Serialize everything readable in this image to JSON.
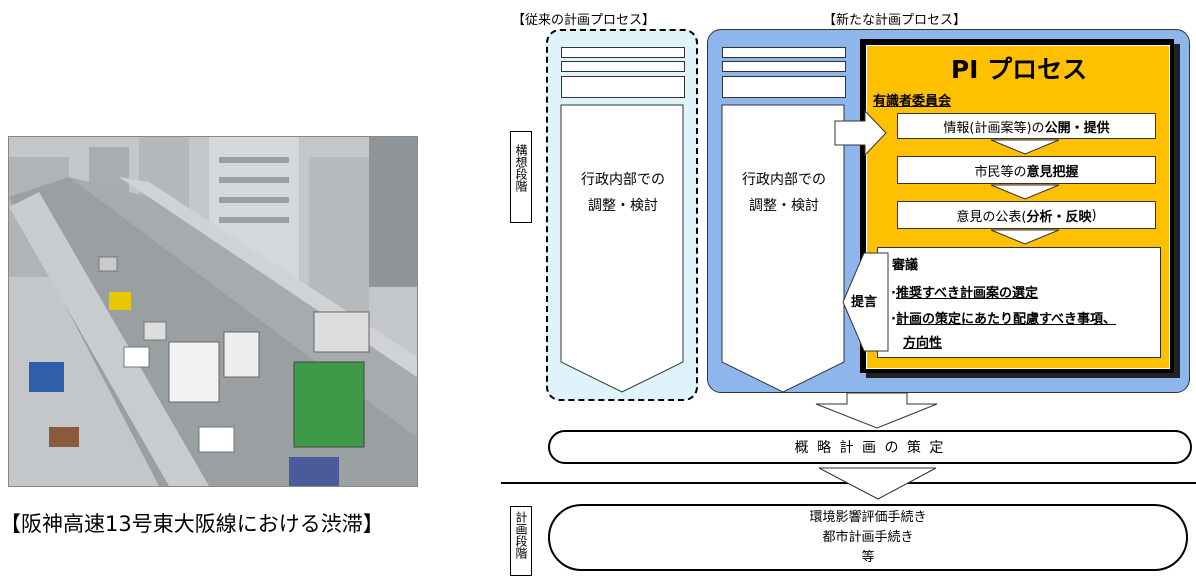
{
  "photo": {
    "caption": "【阪神高速13号東大阪線における渋滞】"
  },
  "headers": {
    "old_process": "【従来の計画プロセス】",
    "new_process": "【新たな計画プロセス】"
  },
  "stages": {
    "concept": "構想段階",
    "planning": "計画段階"
  },
  "old_column": {
    "arrow_text_line1": "行政内部での",
    "arrow_text_line2": "調整・検討"
  },
  "new_column": {
    "arrow_text_line1": "行政内部での",
    "arrow_text_line2": "調整・検討"
  },
  "pi": {
    "title": "PI プロセス",
    "committee": "有識者委員会",
    "step1_a": "情報(計画案等)の",
    "step1_b": "公開・提供",
    "step2_a": "市民等の",
    "step2_b": "意見把握",
    "step3_a": "意見の公表(",
    "step3_b": "分析・反映",
    "step3_c": ")",
    "deliberation": "審議",
    "item1": "推奨すべき計画案の選定",
    "item2": "計画の策定にあたり配慮すべき事項、",
    "item2b": "方向性",
    "proposal": "提言",
    "colors": {
      "fill": "#ffc000",
      "outer_blue": "#8fb6ec",
      "old_fill": "#dff3fb"
    }
  },
  "outline_plan": "概 略 計 画 の 策 定",
  "procedures": {
    "line1": "環境影響評価手続き",
    "line2": "都市計画手続き",
    "line3": "等"
  }
}
